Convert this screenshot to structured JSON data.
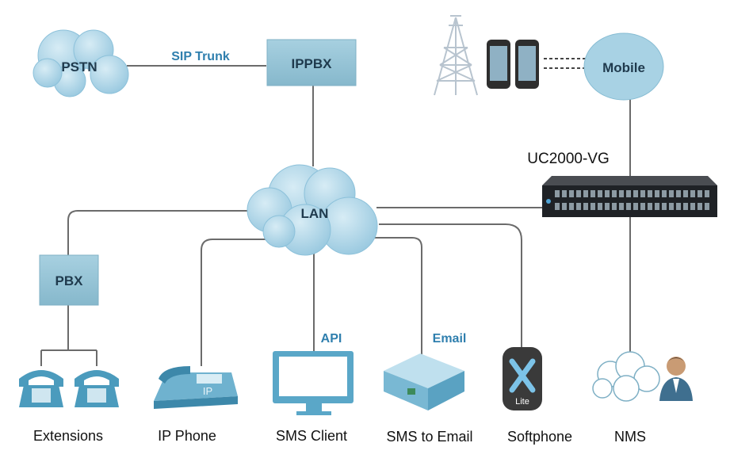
{
  "nodes": {
    "pstn": "PSTN",
    "ippbx": "IPPBX",
    "mobile": "Mobile",
    "lan": "LAN",
    "pbx": "PBX",
    "gateway": "UC2000-VG"
  },
  "links": {
    "sip_trunk": "SIP Trunk",
    "api": "API",
    "email": "Email"
  },
  "endpoints": {
    "extensions": "Extensions",
    "ip_phone": "IP Phone",
    "sms_client": "SMS Client",
    "sms_to_email": "SMS to Email",
    "softphone": "Softphone",
    "nms": "NMS"
  },
  "icon_text": {
    "ip_phone_badge": "IP",
    "softphone_badge": "Lite"
  },
  "icons": [
    "cloud-icon",
    "cell-tower-icon",
    "smartphone-icon",
    "rack-gateway-icon",
    "desk-phone-icon",
    "ip-phone-icon",
    "monitor-icon",
    "email-server-icon",
    "softphone-app-icon",
    "user-avatar-icon"
  ],
  "colors": {
    "cloud": "#a9d3e6",
    "box": "#9cc7d8",
    "accent_text": "#2f7fae",
    "line": "#6b6b6b"
  }
}
